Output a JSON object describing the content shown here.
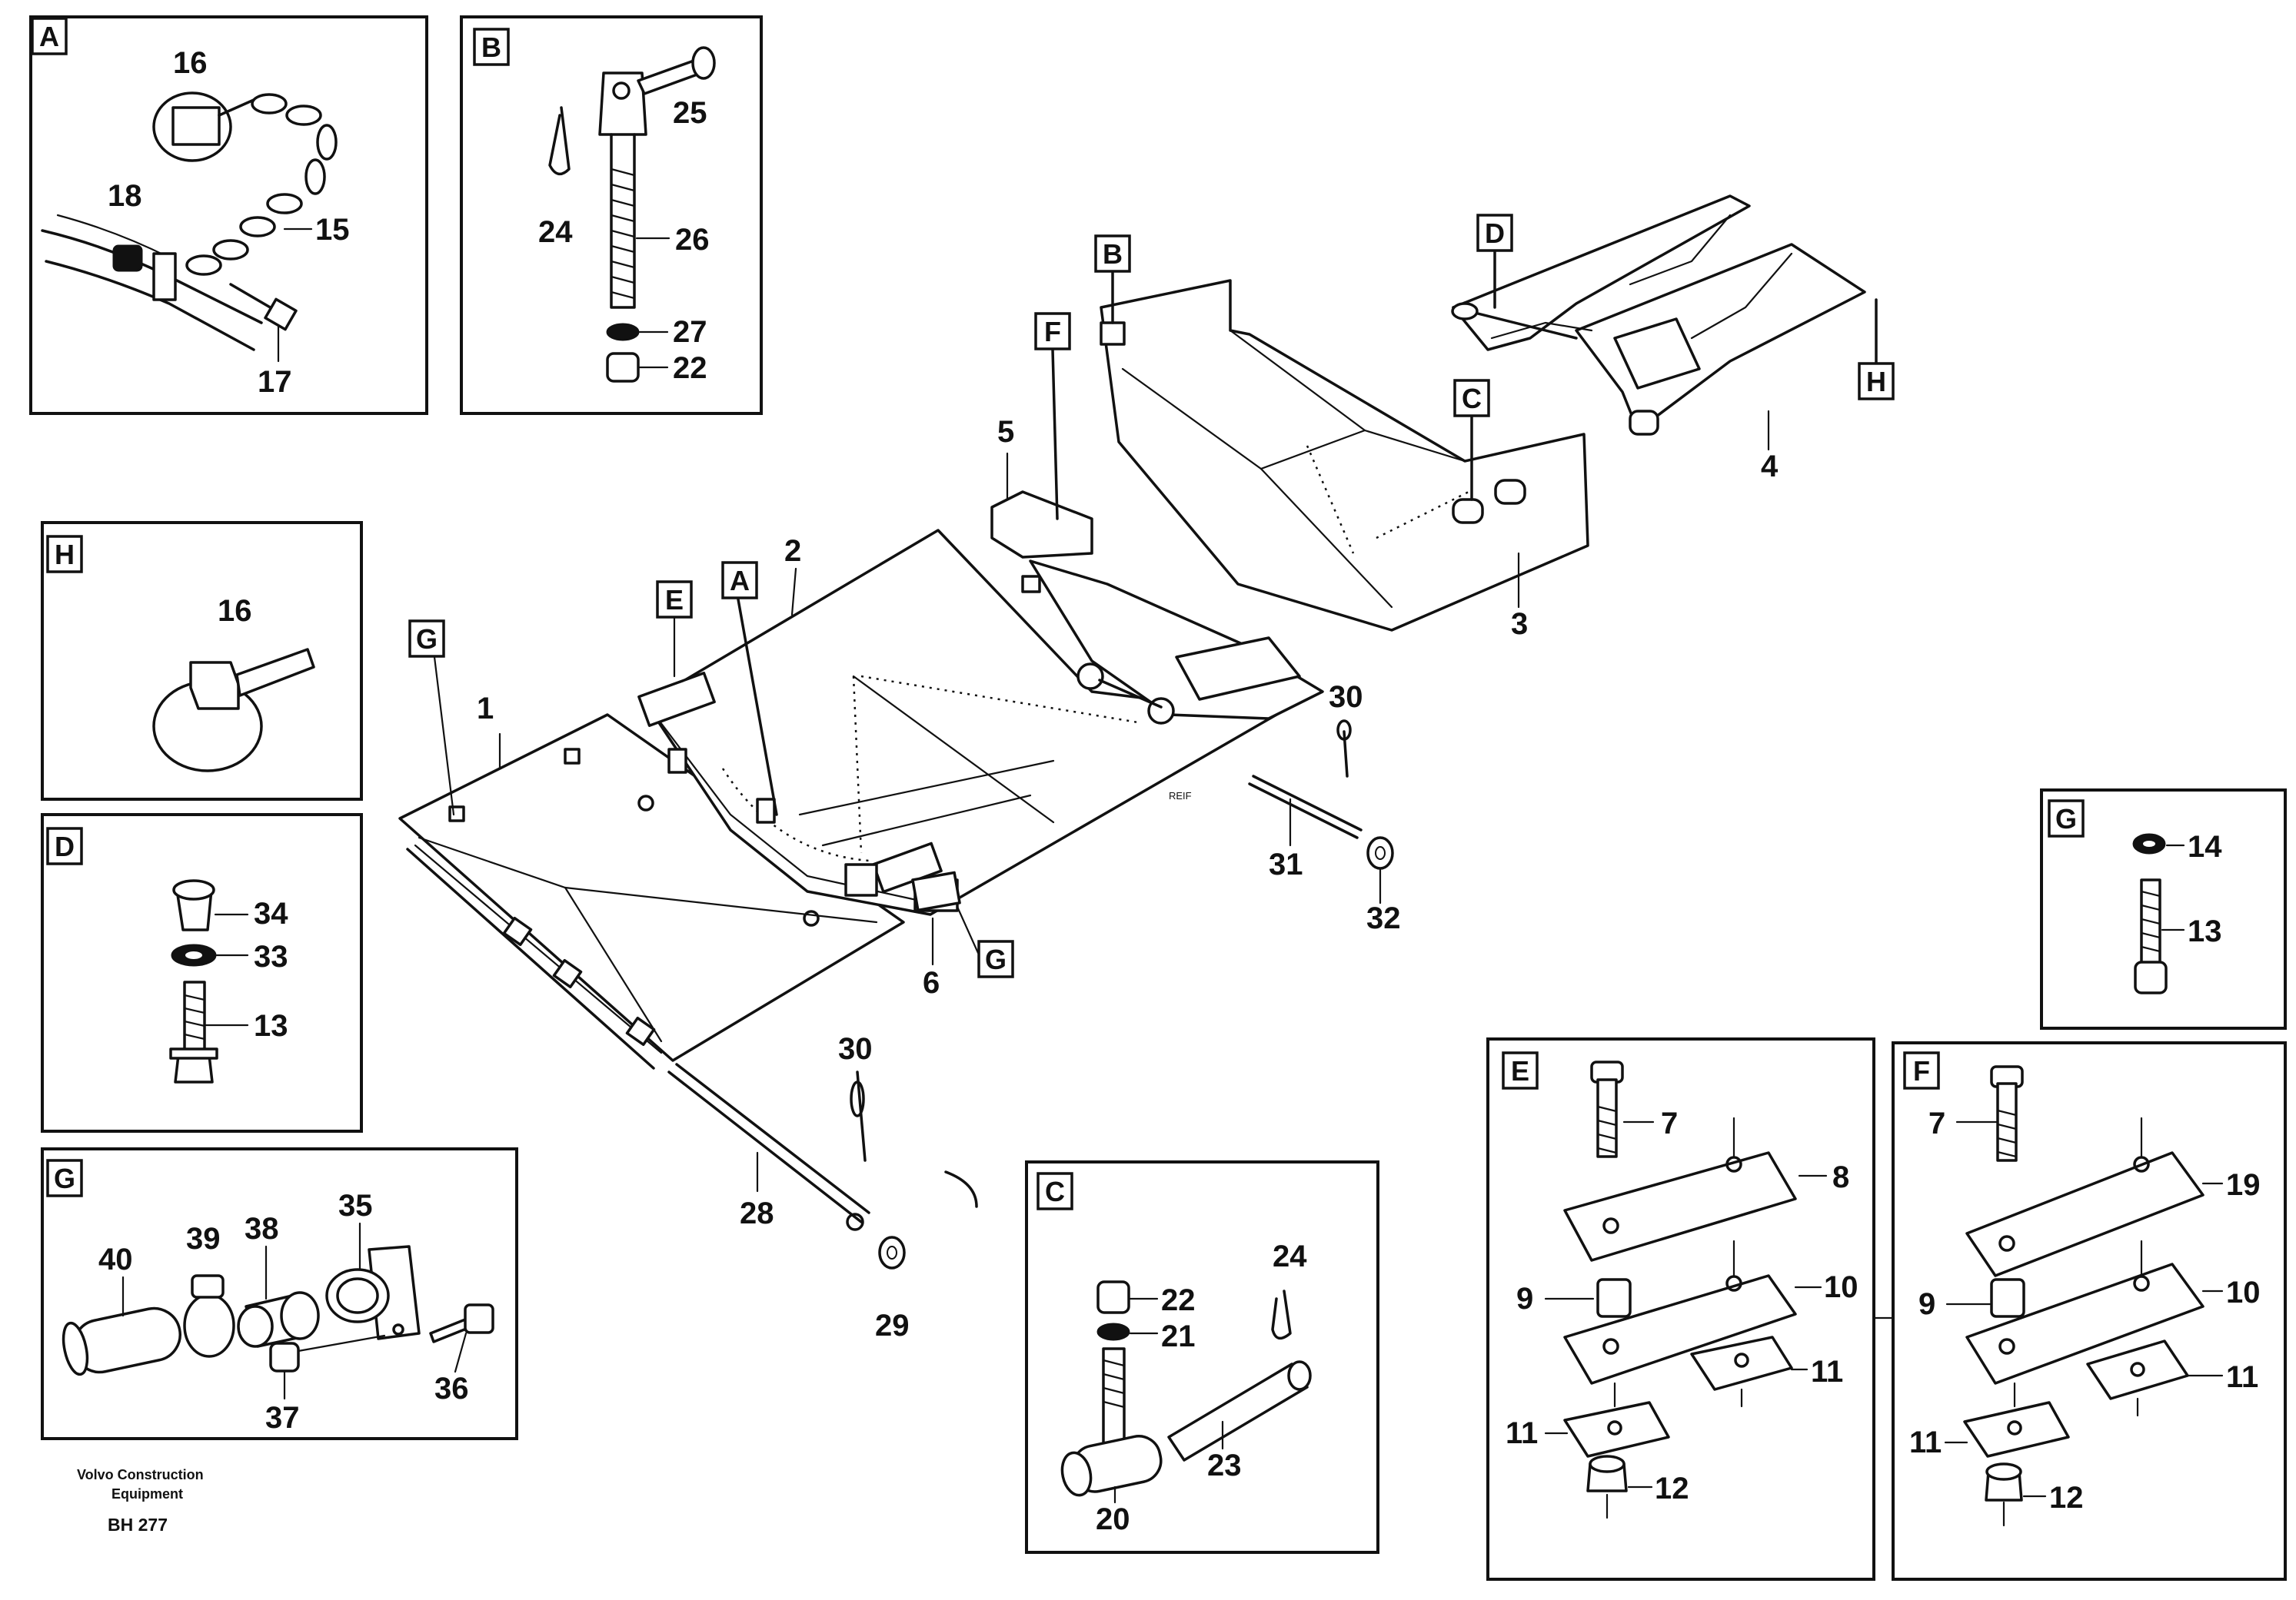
{
  "footer": {
    "company_line1": "Volvo Construction",
    "company_line2": "Equipment",
    "drawing_code": "BH 277"
  },
  "stamp": "REIF",
  "letters": {
    "A": "A",
    "B": "B",
    "C": "C",
    "D": "D",
    "E": "E",
    "F": "F",
    "G": "G",
    "H": "H"
  },
  "numbers": {
    "n1": "1",
    "n2": "2",
    "n3": "3",
    "n4": "4",
    "n5": "5",
    "n6": "6",
    "n7": "7",
    "n8": "8",
    "n9": "9",
    "n10": "10",
    "n11": "11",
    "n12": "12",
    "n13": "13",
    "n14": "14",
    "n15": "15",
    "n16": "16",
    "n17": "17",
    "n18": "18",
    "n19": "19",
    "n20": "20",
    "n21": "21",
    "n22": "22",
    "n23": "23",
    "n24": "24",
    "n25": "25",
    "n26": "26",
    "n27": "27",
    "n28": "28",
    "n29": "29",
    "n30": "30",
    "n31": "31",
    "n32": "32",
    "n33": "33",
    "n34": "34",
    "n35": "35",
    "n36": "36",
    "n37": "37",
    "n38": "38",
    "n39": "39",
    "n40": "40"
  }
}
